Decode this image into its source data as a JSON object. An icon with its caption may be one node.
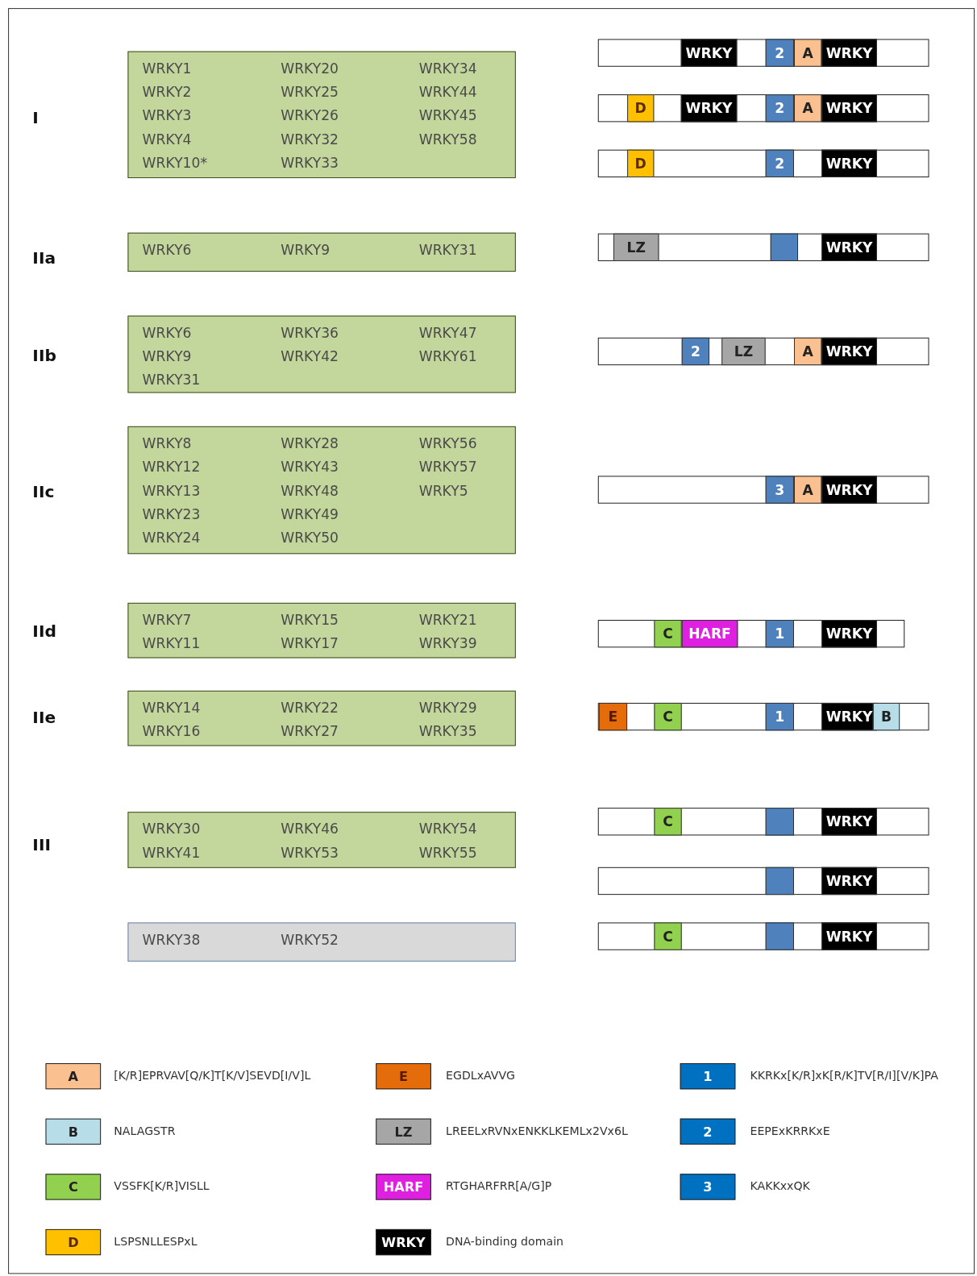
{
  "diagram": {
    "nodes": [
      {
        "text": [
          "WRKY1",
          "WRKY2",
          "WRKY3",
          "WRKY4",
          "WRKY10*",
          "WRKY20",
          "WRKY25",
          "WRKY26",
          "WRKY32",
          "WRKY33",
          "WRKY34",
          "WRKY44",
          "WRKY45",
          "WRKY58"
        ]
      },
      {
        "text": [],
        "shape": "bar"
      },
      {
        "text": [
          "WRKY"
        ],
        "in": 1
      },
      {
        "text": [
          "2"
        ],
        "in": 1
      },
      {
        "text": [
          "A"
        ],
        "in": 1
      },
      {
        "text": [
          "WRKY"
        ],
        "in": 1
      },
      {
        "text": [],
        "shape": "bar"
      },
      {
        "text": [
          "D"
        ],
        "in": 6
      },
      {
        "text": [
          "WRKY"
        ],
        "in": 6
      },
      {
        "text": [
          "2"
        ],
        "in": 6
      },
      {
        "text": [
          "A"
        ],
        "in": 6
      },
      {
        "text": [
          "WRKY"
        ],
        "in": 6
      },
      {
        "text": [],
        "shape": "bar"
      },
      {
        "text": [
          "D"
        ],
        "in": 12
      },
      {
        "text": [
          "2"
        ],
        "in": 12
      },
      {
        "text": [
          "WRKY"
        ],
        "in": 12
      },
      {
        "text": [
          "WRKY6",
          "WRKY9",
          "WRKY31"
        ]
      },
      {
        "text": [],
        "shape": "bar"
      },
      {
        "text": [
          "LZ"
        ],
        "in": 17
      },
      {
        "text": [],
        "shape": "box",
        "in": 17
      },
      {
        "text": [
          "WRKY"
        ],
        "in": 17
      },
      {
        "text": [
          "WRKY6",
          "WRKY9",
          "WRKY31",
          "WRKY36",
          "WRKY42",
          "WRKY47",
          "WRKY61"
        ]
      },
      {
        "text": [],
        "shape": "bar"
      },
      {
        "text": [
          "2"
        ],
        "in": 22
      },
      {
        "text": [
          "LZ"
        ],
        "in": 22
      },
      {
        "text": [
          "A"
        ],
        "in": 22
      },
      {
        "text": [
          "WRKY"
        ],
        "in": 22
      },
      {
        "text": [
          "WRKY8",
          "WRKY12",
          "WRKY13",
          "WRKY23",
          "WRKY24",
          "WRKY28",
          "WRKY43",
          "WRKY48",
          "WRKY49",
          "WRKY50",
          "WRKY56",
          "WRKY57",
          "WRKY5"
        ]
      },
      {
        "text": [],
        "shape": "bar"
      },
      {
        "text": [
          "3"
        ],
        "in": 28
      },
      {
        "text": [
          "A"
        ],
        "in": 28
      },
      {
        "text": [
          "WRKY"
        ],
        "in": 28
      },
      {
        "text": [
          "WRKY7",
          "WRKY11",
          "WRKY15",
          "WRKY17",
          "WRKY21",
          "WRKY39"
        ]
      },
      {
        "text": [],
        "shape": "bar"
      },
      {
        "text": [
          "C"
        ],
        "in": 33
      },
      {
        "text": [
          "HARF"
        ],
        "in": 33
      },
      {
        "text": [
          "1"
        ],
        "in": 33
      },
      {
        "text": [
          "WRKY"
        ],
        "in": 33
      },
      {
        "text": [
          "WRKY14",
          "WRKY16",
          "WRKY22",
          "WRKY27",
          "WRKY29",
          "WRKY35"
        ]
      },
      {
        "text": [],
        "shape": "bar"
      },
      {
        "text": [
          "E"
        ],
        "in": 39
      },
      {
        "text": [
          "C"
        ],
        "in": 39
      },
      {
        "text": [
          "1"
        ],
        "in": 39
      },
      {
        "text": [
          "WRKY"
        ],
        "in": 39
      },
      {
        "text": [
          "B"
        ],
        "in": 39
      },
      {
        "text": [
          "WRKY30",
          "WRKY41",
          "WRKY46",
          "WRKY53",
          "WRKY54",
          "WRKY55"
        ]
      },
      {
        "text": [],
        "shape": "bar"
      },
      {
        "text": [
          "C"
        ],
        "in": 46
      },
      {
        "text": [],
        "shape": "box",
        "in": 46
      },
      {
        "text": [
          "WRKY"
        ],
        "in": 46
      },
      {
        "text": [],
        "shape": "bar"
      },
      {
        "text": [],
        "shape": "box",
        "in": 50
      },
      {
        "text": [
          "WRKY"
        ],
        "in": 50
      },
      {
        "text": [
          "WRKY38",
          "WRKY52"
        ]
      },
      {
        "text": [],
        "shape": "bar"
      },
      {
        "text": [
          "C"
        ],
        "in": 54
      },
      {
        "text": [],
        "shape": "box",
        "in": 54
      },
      {
        "text": [
          "WRKY"
        ],
        "in": 54
      }
    ],
    "edges": [],
    "labels": [
      "I",
      "IIa",
      "IIb",
      "IIc",
      "IId",
      "IIe",
      "III",
      "A",
      "B",
      "C",
      "D",
      "E",
      "LZ",
      "HARF",
      "WRKY",
      "1",
      "2",
      "3"
    ],
    "legend": [
      {
        "text": "[K/R]EPRVAV[Q/K]T[K/V]SEVD[I/V]L",
        "color": "#fac090"
      },
      {
        "text": "NALAGSTR",
        "color": "#b7dee8"
      },
      {
        "text": "VSSFK[K/R]VISLL",
        "color": "#92d050"
      },
      {
        "text": "LSPSNLLESPxL",
        "color": "#ffc000"
      },
      {
        "text": "EGDLxAVVG",
        "color": "#e46c0a"
      },
      {
        "text": "LREELxRVNxENKKLKEMLx2Vx6L",
        "color": "#a6a6a6"
      },
      {
        "text": "RTGHARFRR[A/G]P",
        "color": "#e020e0"
      },
      {
        "text": "DNA-binding domain",
        "color": "#000000"
      },
      {
        "text": "KKRKx[K/R]xK[R/K]TV[R/I][V/K]PA",
        "color": "#0070c0"
      },
      {
        "text": "EEPExKRRKxE",
        "color": "#0070c0"
      },
      {
        "text": "KAKKxxQK",
        "color": "#0070c0"
      }
    ]
  }
}
